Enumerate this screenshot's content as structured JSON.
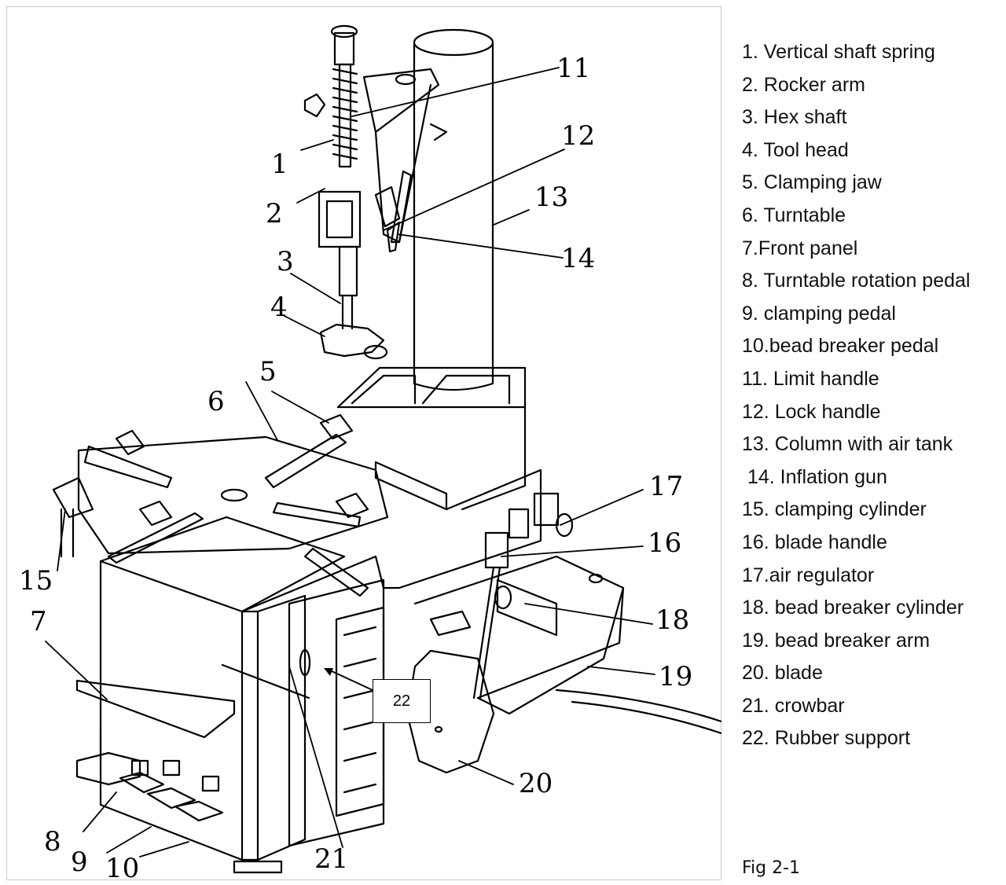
{
  "diagram": {
    "callouts": [
      "1",
      "2",
      "3",
      "4",
      "5",
      "6",
      "7",
      "8",
      "9",
      "10",
      "11",
      "12",
      "13",
      "14",
      "15",
      "16",
      "17",
      "18",
      "19",
      "20",
      "21",
      "22"
    ]
  },
  "legend": {
    "items": [
      "1. Vertical shaft spring",
      "2. Rocker arm",
      "3. Hex shaft",
      "4. Tool head",
      "5. Clamping jaw",
      "6. Turntable",
      "7.Front panel",
      "8. Turntable rotation pedal",
      "9. clamping pedal",
      "10.bead breaker pedal",
      "11. Limit handle",
      "12. Lock handle",
      "13. Column with air tank",
      " 14. Inflation gun",
      "15. clamping cylinder",
      "16. blade handle",
      "17.air regulator",
      "18. bead breaker cylinder",
      "19. bead breaker arm",
      "20. blade",
      "21. crowbar",
      "22. Rubber support"
    ]
  },
  "caption": "Fig 2-1"
}
